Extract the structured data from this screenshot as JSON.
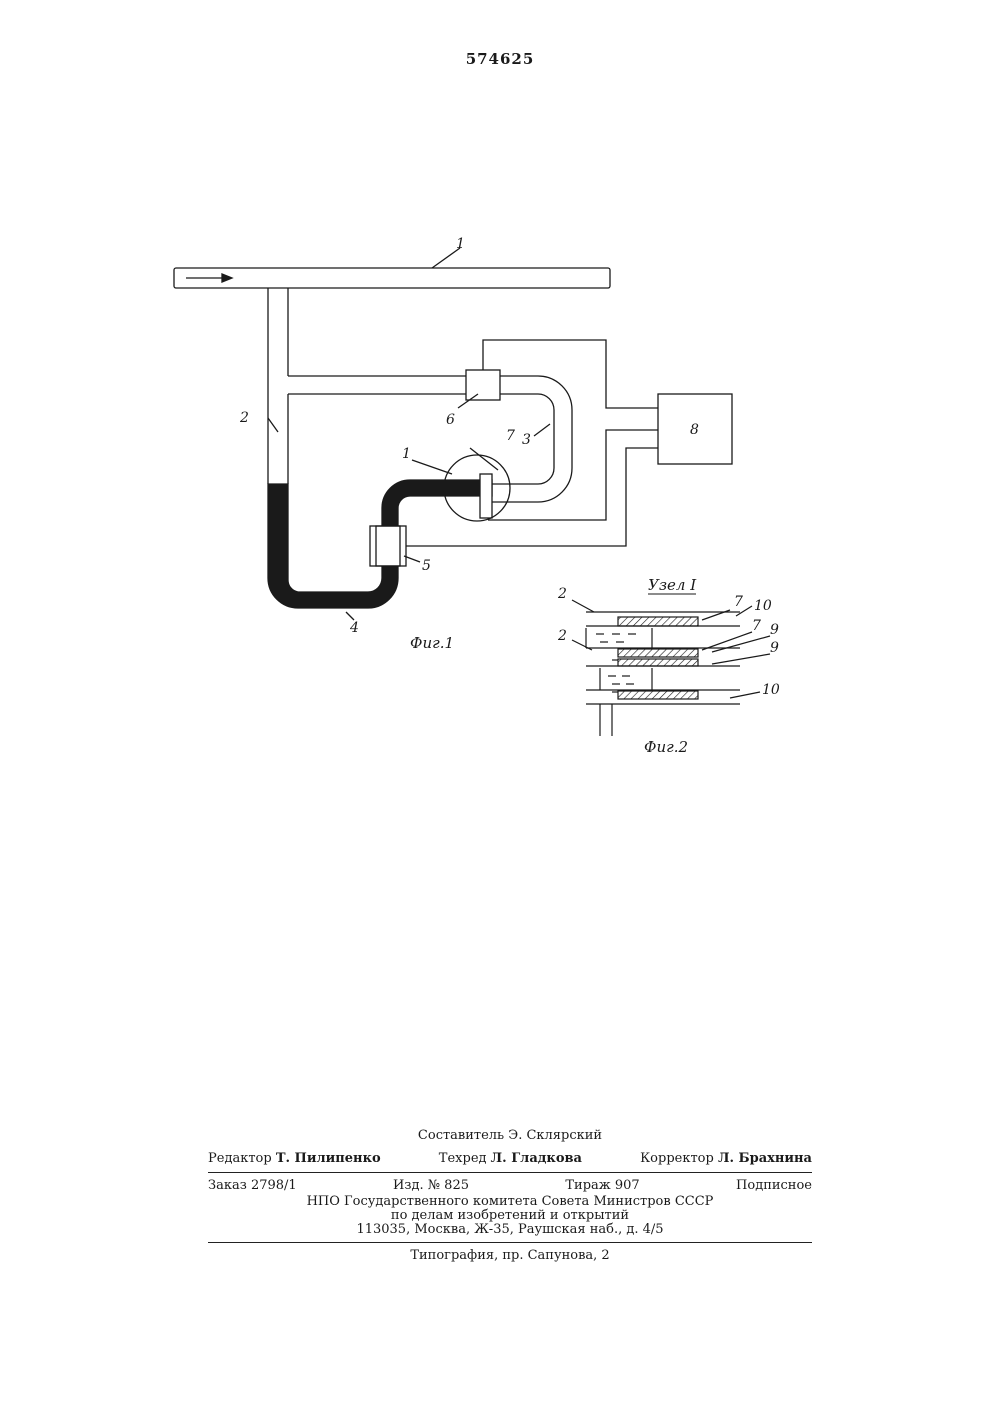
{
  "patent_number": "574625",
  "figure1": {
    "caption": "Фиг.1",
    "labels": {
      "l1a": "1",
      "l1b": "1",
      "l2": "2",
      "l3": "3",
      "l4": "4",
      "l5": "5",
      "l6": "6",
      "l7": "7",
      "l8": "8"
    }
  },
  "figure2": {
    "caption": "Фиг.2",
    "title": "Узел I",
    "labels": {
      "l2a": "2",
      "l2b": "2",
      "l7a": "7",
      "l7b": "7",
      "l9a": "9",
      "l9b": "9",
      "l10a": "10",
      "l10b": "10"
    }
  },
  "footer": {
    "compiler": "Составитель Э. Склярский",
    "editor_label": "Редактор",
    "editor_name": "Т. Пилипенко",
    "techred_label": "Техред",
    "techred_name": "Л. Гладкова",
    "corrector_label": "Корректор",
    "corrector_name": "Л. Брахнина",
    "order": "Заказ 2798/1",
    "issue": "Изд. № 825",
    "circulation": "Тираж 907",
    "subscription": "Подписное",
    "org_line1": "НПО Государственного комитета Совета Министров СССР",
    "org_line2": "по делам изобретений и открытий",
    "address": "113035, Москва, Ж-35, Раушская наб., д. 4/5",
    "printing": "Типография, пр. Сапунова, 2"
  }
}
